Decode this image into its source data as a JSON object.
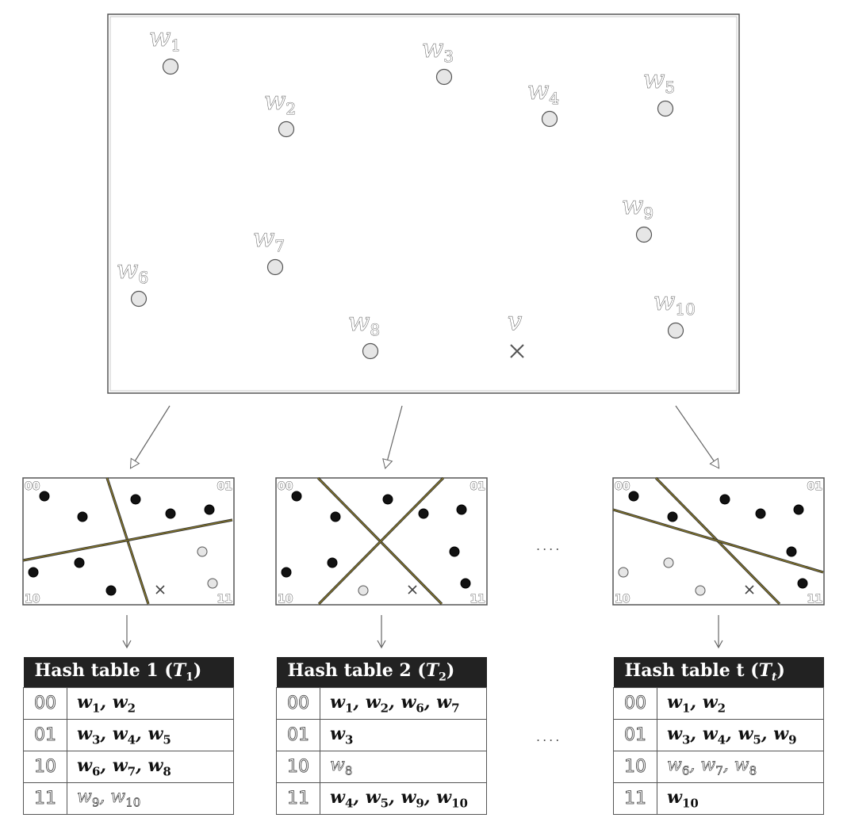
{
  "main_plot": {
    "points": [
      {
        "id": "w1",
        "base": "w",
        "sub": "1"
      },
      {
        "id": "w2",
        "base": "w",
        "sub": "2"
      },
      {
        "id": "w3",
        "base": "w",
        "sub": "3"
      },
      {
        "id": "w4",
        "base": "w",
        "sub": "4"
      },
      {
        "id": "w5",
        "base": "w",
        "sub": "5"
      },
      {
        "id": "w6",
        "base": "w",
        "sub": "6"
      },
      {
        "id": "w7",
        "base": "w",
        "sub": "7"
      },
      {
        "id": "w8",
        "base": "w",
        "sub": "8"
      },
      {
        "id": "w9",
        "base": "w",
        "sub": "9"
      },
      {
        "id": "w10",
        "base": "w",
        "sub": "10"
      }
    ],
    "query": {
      "id": "v",
      "label": "v",
      "marker": "cross"
    }
  },
  "partitions": [
    {
      "codes": {
        "tl": "00",
        "tr": "01",
        "bl": "10",
        "br": "11"
      }
    },
    {
      "codes": {
        "tl": "00",
        "tr": "01",
        "bl": "10",
        "br": "11"
      }
    },
    {
      "codes": {
        "tl": "00",
        "tr": "01",
        "bl": "10",
        "br": "11"
      }
    }
  ],
  "ellipsis": "....",
  "hash_tables": [
    {
      "title_prefix": "Hash table 1 (",
      "title_T": "T",
      "title_sub": "1",
      "title_suffix": ")",
      "rows": [
        {
          "code": "00",
          "values": "w1, w2",
          "highlighted": true
        },
        {
          "code": "01",
          "values": "w3, w4, w5",
          "highlighted": true
        },
        {
          "code": "10",
          "values": "w6, w7, w8",
          "highlighted": true
        },
        {
          "code": "11",
          "values": "w9, w10",
          "highlighted": false
        }
      ]
    },
    {
      "title_prefix": "Hash table 2 (",
      "title_T": "T",
      "title_sub": "2",
      "title_suffix": ")",
      "rows": [
        {
          "code": "00",
          "values": "w1, w2, w6, w7",
          "highlighted": true
        },
        {
          "code": "01",
          "values": "w3",
          "highlighted": true
        },
        {
          "code": "10",
          "values": "w8",
          "highlighted": false
        },
        {
          "code": "11",
          "values": "w4, w5, w9, w10",
          "highlighted": true
        }
      ]
    },
    {
      "title_prefix": "Hash table t (",
      "title_T": "T",
      "title_sub": "t",
      "title_suffix": ")",
      "rows": [
        {
          "code": "00",
          "values": "w1, w2",
          "highlighted": true
        },
        {
          "code": "01",
          "values": "w3, w4, w5, w9",
          "highlighted": true
        },
        {
          "code": "10",
          "values": "w6, w7, w8",
          "highlighted": false
        },
        {
          "code": "11",
          "values": "w10",
          "highlighted": true
        }
      ]
    }
  ],
  "colors": {
    "point_fill": "#e6e6e6",
    "point_stroke": "#555555",
    "black_point": "#111111",
    "hyperplane": "#8a7a2a",
    "header_bg": "#222222"
  }
}
